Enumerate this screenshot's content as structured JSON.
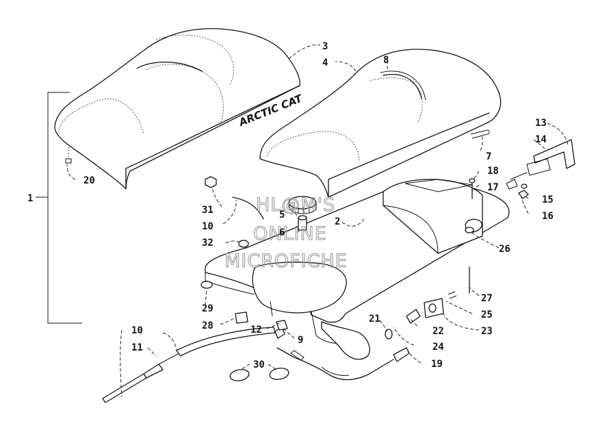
{
  "brand_text": "ARCTIC CAT",
  "watermark": [
    "HL@M'S",
    "ONLINE",
    "MICROFICHE"
  ],
  "callouts": [
    "1",
    "2",
    "3",
    "4",
    "5",
    "6",
    "7",
    "8",
    "9",
    "10",
    "10",
    "11",
    "12",
    "13",
    "14",
    "15",
    "16",
    "17",
    "18",
    "19",
    "20",
    "21",
    "22",
    "23",
    "24",
    "25",
    "26",
    "27",
    "28",
    "29",
    "30",
    "31",
    "32"
  ]
}
